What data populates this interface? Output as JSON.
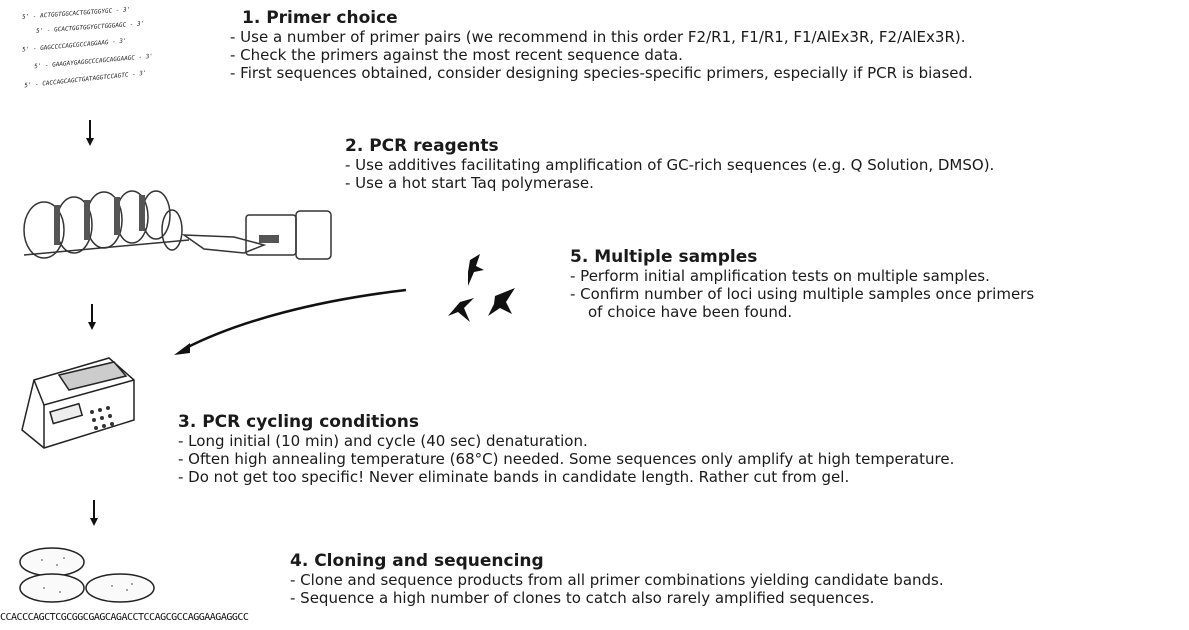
{
  "steps": [
    {
      "id": "b1",
      "title": "1.  Primer choice",
      "lines": [
        "- Use a number of primer pairs (we recommend in this order F2/R1, F1/R1, F1/AlEx3R, F2/AlEx3R).",
        "- Check the primers against the most recent sequence data.",
        "- First sequences obtained, consider designing species-specific primers, especially if PCR is biased."
      ]
    },
    {
      "id": "b2",
      "title": "2. PCR reagents",
      "lines": [
        "- Use additives facilitating amplification of GC-rich sequences (e.g. Q Solution, DMSO).",
        "- Use a hot start Taq polymerase."
      ]
    },
    {
      "id": "b5",
      "title": "5. Multiple samples",
      "lines": [
        "- Perform initial amplification tests on multiple samples.",
        "- Confirm number of loci using multiple samples once primers",
        "of choice have been found."
      ]
    },
    {
      "id": "b3",
      "title": "3. PCR cycling conditions",
      "lines": [
        "- Long initial (10 min) and cycle (40 sec) denaturation.",
        "- Often high annealing temperature (68°C) needed. Some sequences only amplify at high temperature.",
        "- Do not get too specific! Never eliminate bands in candidate length. Rather cut from gel."
      ]
    },
    {
      "id": "b4",
      "title": "4. Cloning and sequencing",
      "lines": [
        "- Clone and sequence products from all primer combinations yielding candidate bands.",
        "- Sequence a high number of clones to catch also rarely amplified sequences."
      ]
    }
  ],
  "primer_sequences": [
    "5' - ACTGGTGGCACTGGTGGYGC - 3'",
    "5' - GCACTGGTGGYGCTGGGAGC - 3'",
    "5' - GAGCCCCAGCGCCAGGAAG - 3'",
    "5' - GAAGAYGAGGCCCAGCAGGAAGC - 3'",
    "5' - CACCAGCAGCTGATAGGTCCAGTC - 3'"
  ],
  "bottom_sequence": "CCACCCAGCTCGCGGCGAGCAGACCTCCAGCGCCAGGAAGAGGCC",
  "illustrations": [
    "primer-sequences-image",
    "pipettes-image",
    "thermocycler-image",
    "petri-dishes-image",
    "birds-image"
  ]
}
